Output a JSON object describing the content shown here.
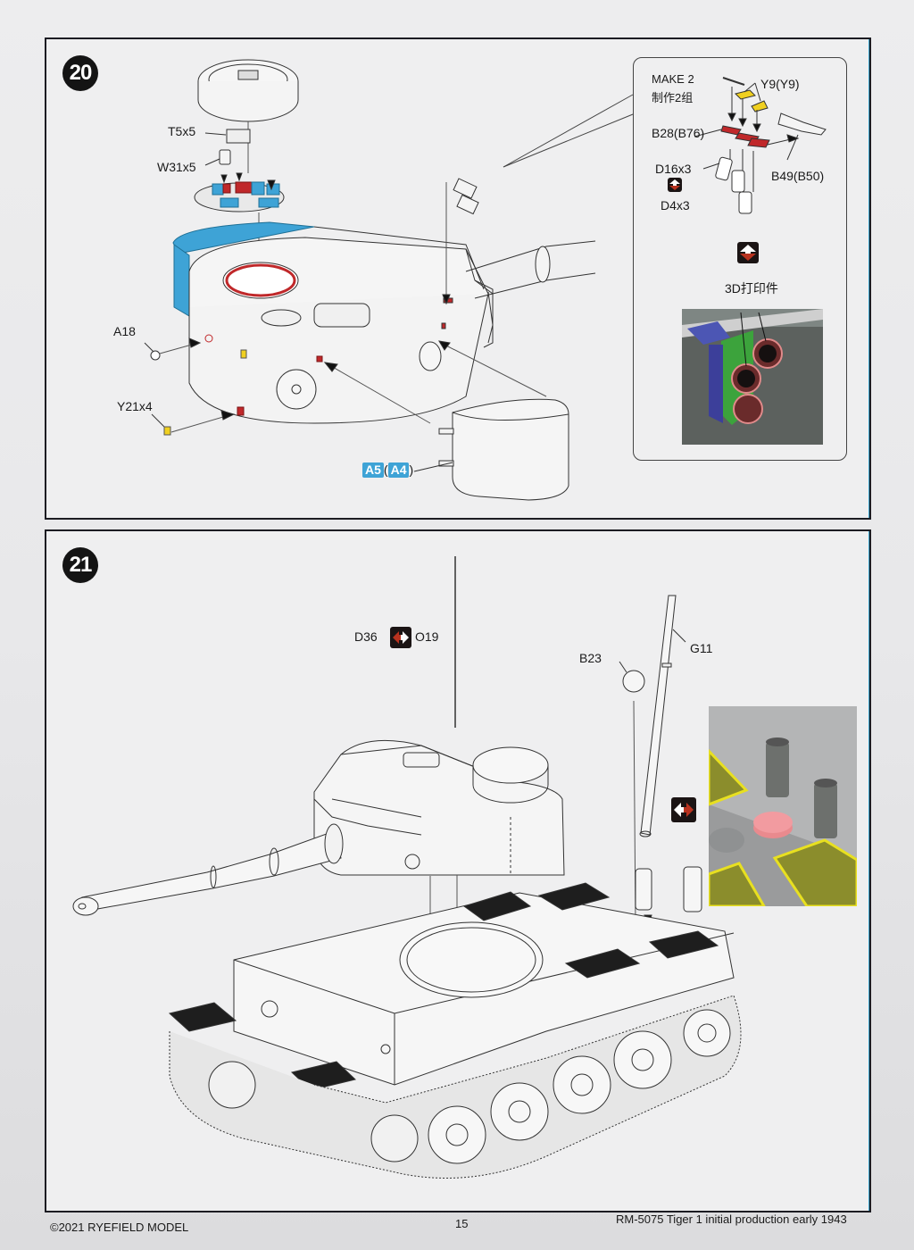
{
  "page": {
    "number": "15",
    "copyright": "©2021 RYEFIELD MODEL",
    "product": "RM-5075  Tiger 1 initial production early 1943"
  },
  "colors": {
    "accent_blue": "#3ea3d6",
    "part_red": "#c0282a",
    "part_yellow": "#f0d020",
    "badge_black": "#141414",
    "etch_yellow": "#e8e020"
  },
  "step20": {
    "number": "20",
    "labels": {
      "t5": "T5x5",
      "w31": "W31x5",
      "a18": "A18",
      "y21": "Y21x4",
      "a5": "A5",
      "a4": "A4",
      "paren_open": "(",
      "paren_close": ")"
    },
    "inset": {
      "make": "MAKE 2",
      "make_cn": "制作2组",
      "y9": "Y9(Y9)",
      "b28": "B28(B76)",
      "b49": "B49(B50)",
      "d16": "D16x3",
      "d4": "D4x3",
      "print3d": "3D打印件",
      "swap_icon": "swap-vertical-icon"
    }
  },
  "step21": {
    "number": "21",
    "labels": {
      "d36": "D36",
      "o19": "O19",
      "b23": "B23",
      "g11": "G11"
    },
    "icons": {
      "d36_o19_swap": "swap-horizontal-icon",
      "detail_swap": "swap-horizontal-icon"
    }
  }
}
